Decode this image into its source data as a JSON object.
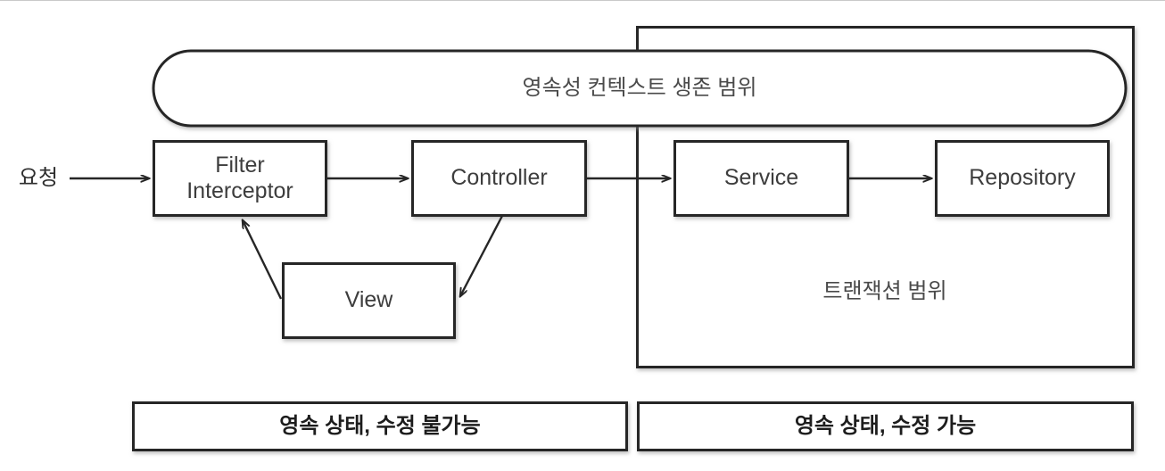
{
  "diagram": {
    "title_scope_persistence": "영속성 컨텍스트 생존 범위",
    "title_scope_transaction": "트랜잭션 범위",
    "request_label": "요청",
    "nodes": [
      {
        "id": "filter",
        "label": "Filter\nInterceptor"
      },
      {
        "id": "controller",
        "label": "Controller"
      },
      {
        "id": "view",
        "label": "View"
      },
      {
        "id": "service",
        "label": "Service"
      },
      {
        "id": "repository",
        "label": "Repository"
      }
    ],
    "legend": [
      {
        "id": "left",
        "label": "영속 상태, 수정 불가능"
      },
      {
        "id": "right",
        "label": "영속 상태, 수정 가능"
      }
    ],
    "colors": {
      "stroke": "#262626",
      "text": "#3a3a3a",
      "background": "#ffffff",
      "frame": "#c9c9c9"
    }
  }
}
